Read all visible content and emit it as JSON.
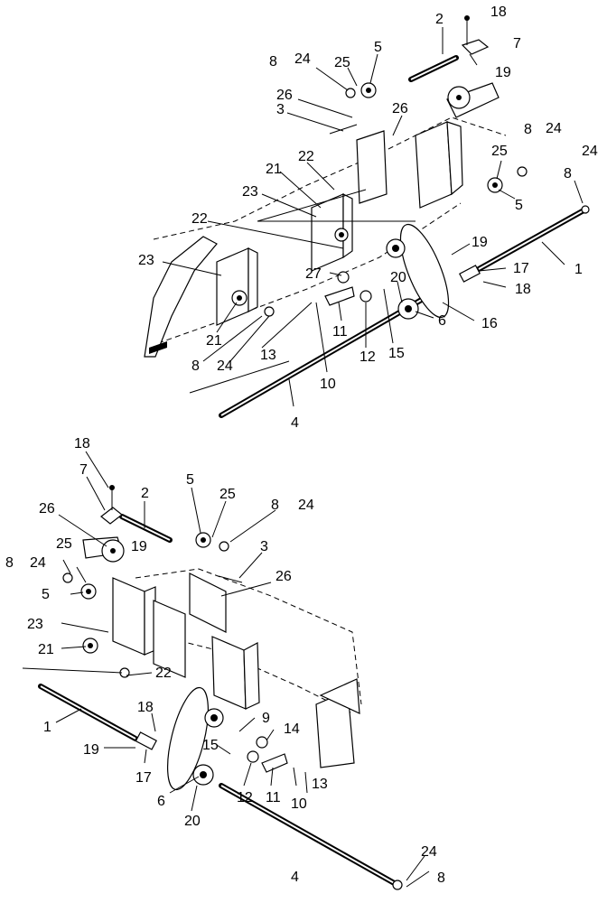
{
  "callouts": {
    "top": {
      "c18": "18",
      "c2": "2",
      "c7": "7",
      "c19a": "19",
      "c8a": "8",
      "c24a": "24",
      "c25a": "25",
      "c5a": "5",
      "c26a": "26",
      "c3": "3",
      "c26b": "26",
      "c8b": "8",
      "c24b": "24",
      "c25b": "25",
      "c24c": "24",
      "c8c": "8",
      "c5b": "5",
      "c22a": "22",
      "c21a": "21",
      "c23a": "23",
      "c22b": "22",
      "c23b": "23",
      "c19b": "19",
      "c17": "17",
      "c1": "1",
      "c18b": "18",
      "c27": "27",
      "c20": "20",
      "c11": "11",
      "c12": "12",
      "c6": "6",
      "c16": "16",
      "c21b": "21",
      "c15": "15",
      "c8d": "8",
      "c24d": "24",
      "c13": "13",
      "c10": "10",
      "c4": "4"
    },
    "bottom": {
      "c18": "18",
      "c7": "7",
      "c2": "2",
      "c5a": "5",
      "c25a": "25",
      "c8a": "8",
      "c24a": "24",
      "c26a": "26",
      "c19a": "19",
      "c3": "3",
      "c8b": "8",
      "c24b": "24",
      "c25b": "25",
      "c5b": "5",
      "c26b": "26",
      "c23": "23",
      "c21": "21",
      "c22": "22",
      "c1": "1",
      "c18b": "18",
      "c9": "9",
      "c15": "15",
      "c14": "14",
      "c19b": "19",
      "c17": "17",
      "c12": "12",
      "c11": "11",
      "c10": "10",
      "c13": "13",
      "c6": "6",
      "c20": "20",
      "c4": "4",
      "c24c": "24",
      "c8c": "8"
    }
  }
}
